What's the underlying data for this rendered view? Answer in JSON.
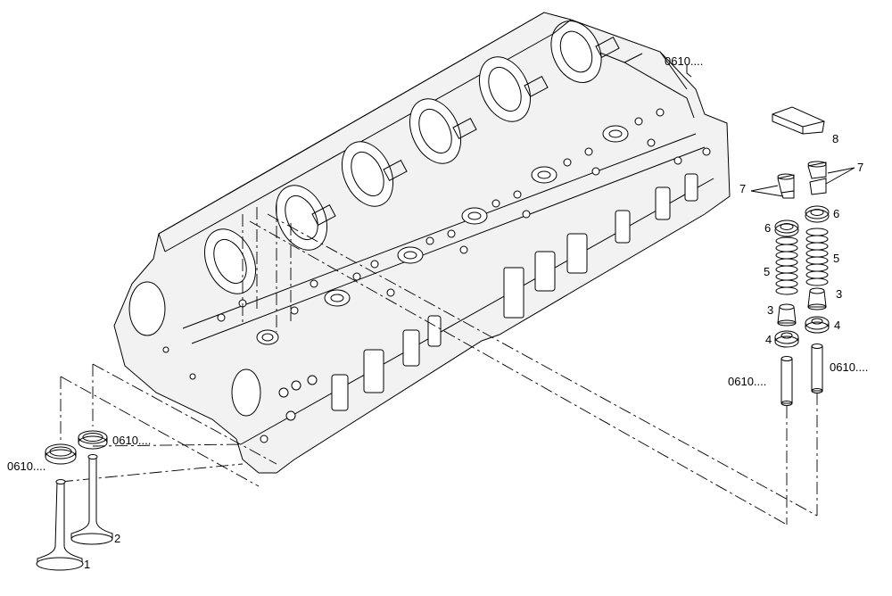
{
  "callouts": {
    "ref_top": "0610....",
    "ref_seal_left": "0610....",
    "ref_seal_right": "0610....",
    "ref_guide_left": "0610....",
    "ref_guide_right": "0610....",
    "n1": "1",
    "n2": "2",
    "n3a": "3",
    "n3b": "3",
    "n4a": "4",
    "n4b": "4",
    "n5a": "5",
    "n5b": "5",
    "n6a": "6",
    "n6b": "6",
    "n7a": "7",
    "n7b": "7",
    "n8": "8"
  }
}
